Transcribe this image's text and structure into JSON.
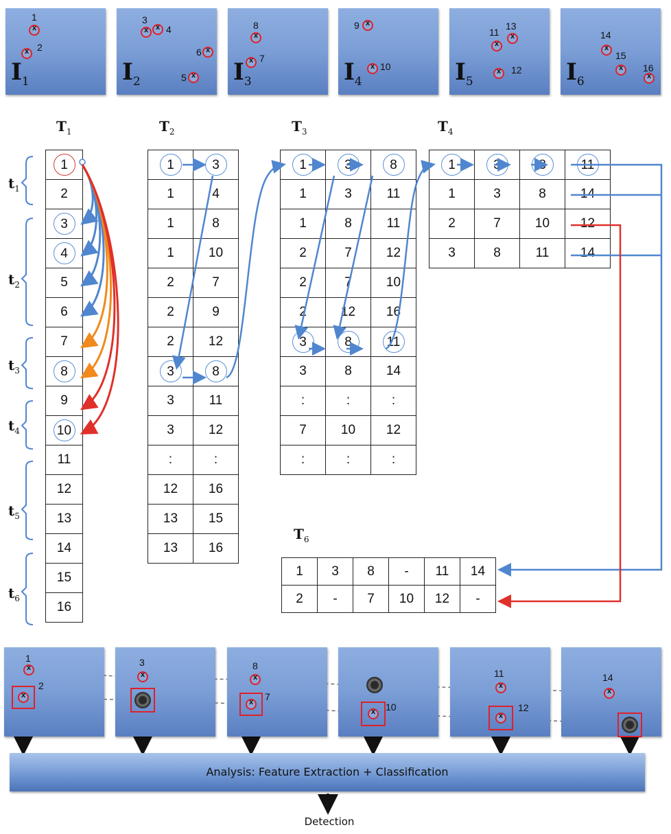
{
  "frames": [
    {
      "letter": "I",
      "sub": "1",
      "dots": [
        {
          "n": "1"
        },
        {
          "n": "2"
        }
      ]
    },
    {
      "letter": "I",
      "sub": "2",
      "dots": [
        {
          "n": "3"
        },
        {
          "n": "4"
        },
        {
          "n": "6"
        },
        {
          "n": "5"
        }
      ]
    },
    {
      "letter": "I",
      "sub": "3",
      "dots": [
        {
          "n": "8"
        },
        {
          "n": "7"
        }
      ]
    },
    {
      "letter": "I",
      "sub": "4",
      "dots": [
        {
          "n": "9"
        },
        {
          "n": "10"
        }
      ]
    },
    {
      "letter": "I",
      "sub": "5",
      "dots": [
        {
          "n": "11"
        },
        {
          "n": "13"
        },
        {
          "n": "12"
        }
      ]
    },
    {
      "letter": "I",
      "sub": "6",
      "dots": [
        {
          "n": "14"
        },
        {
          "n": "15"
        },
        {
          "n": "16"
        }
      ]
    }
  ],
  "t1": {
    "title": "T",
    "sub": "1",
    "rows": [
      "1",
      "2",
      "3",
      "4",
      "5",
      "6",
      "7",
      "8",
      "9",
      "10",
      "11",
      "12",
      "13",
      "14",
      "15",
      "16"
    ]
  },
  "time_labels": [
    {
      "t": "t",
      "sub": "1"
    },
    {
      "t": "t",
      "sub": "2"
    },
    {
      "t": "t",
      "sub": "3"
    },
    {
      "t": "t",
      "sub": "4"
    },
    {
      "t": "t",
      "sub": "5"
    },
    {
      "t": "t",
      "sub": "6"
    }
  ],
  "t2": {
    "title": "T",
    "sub": "2",
    "rows": [
      [
        "1",
        "3"
      ],
      [
        "1",
        "4"
      ],
      [
        "1",
        "8"
      ],
      [
        "1",
        "10"
      ],
      [
        "2",
        "7"
      ],
      [
        "2",
        "9"
      ],
      [
        "2",
        "12"
      ],
      [
        "3",
        "8"
      ],
      [
        "3",
        "11"
      ],
      [
        "3",
        "12"
      ],
      [
        ":",
        ":"
      ],
      [
        "12",
        "16"
      ],
      [
        "13",
        "15"
      ],
      [
        "13",
        "16"
      ]
    ]
  },
  "t3": {
    "title": "T",
    "sub": "3",
    "rows": [
      [
        "1",
        "3",
        "8"
      ],
      [
        "1",
        "3",
        "11"
      ],
      [
        "1",
        "8",
        "11"
      ],
      [
        "2",
        "7",
        "12"
      ],
      [
        "2",
        "7",
        "10"
      ],
      [
        "2",
        "12",
        "16"
      ],
      [
        "3",
        "8",
        "11"
      ],
      [
        "3",
        "8",
        "14"
      ],
      [
        ":",
        ":",
        ":"
      ],
      [
        "7",
        "10",
        "12"
      ],
      [
        ":",
        ":",
        ":"
      ]
    ]
  },
  "t4": {
    "title": "T",
    "sub": "4",
    "rows": [
      [
        "1",
        "3",
        "8",
        "11"
      ],
      [
        "1",
        "3",
        "8",
        "14"
      ],
      [
        "2",
        "7",
        "10",
        "12"
      ],
      [
        "3",
        "8",
        "11",
        "14"
      ]
    ]
  },
  "t6": {
    "title": "T",
    "sub": "6",
    "rows": [
      [
        "1",
        "3",
        "8",
        "-",
        "11",
        "14"
      ],
      [
        "2",
        "-",
        "7",
        "10",
        "12",
        "-"
      ]
    ]
  },
  "bottom_numbers": [
    "1",
    "2",
    "3",
    "8",
    "7",
    "10",
    "11",
    "12",
    "14"
  ],
  "analysis_label": "Analysis: Feature Extraction + Classification",
  "detection_label": "Detection",
  "colors": {
    "blue_arrow": "#4f86cf",
    "red_arrow": "#e0302a",
    "orange_arrow": "#f08a1c",
    "frame": "#7b9ed6"
  }
}
